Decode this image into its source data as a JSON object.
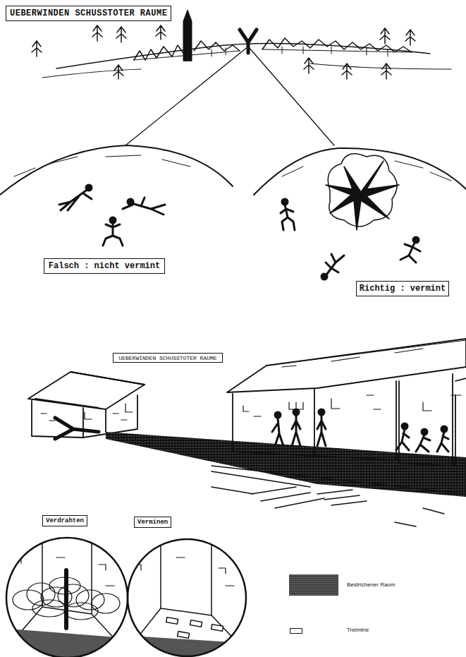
{
  "diagram": {
    "title": "UEBERWINDEN SCHUSSTOTER RAUME",
    "nodes": [
      {
        "text": [
          "Falsch : nicht vermint"
        ]
      },
      {
        "text": [
          "Richtig : vermint"
        ]
      },
      {
        "text": [
          "UEBERWINDEN SCHUSSTOTER RAUME"
        ]
      },
      {
        "text": [
          "Verdrahten"
        ]
      },
      {
        "text": [
          "Verminen"
        ]
      }
    ],
    "legend": [
      {
        "text": "Bestrichener Raum",
        "color": "#555555"
      },
      {
        "text": "Tretmine"
      }
    ]
  }
}
